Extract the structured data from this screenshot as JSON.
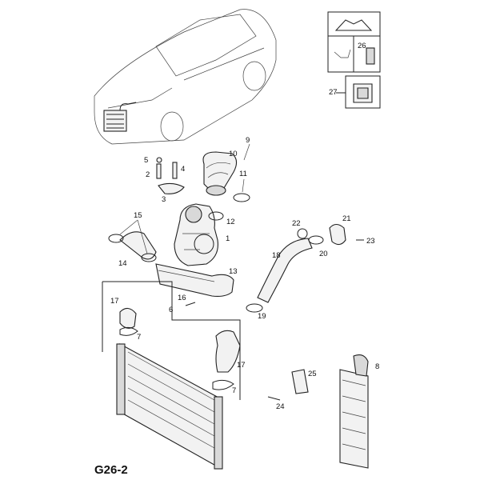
{
  "diagram_code": "G26-2",
  "callouts": [
    "1",
    "2",
    "3",
    "4",
    "5",
    "6",
    "7",
    "7",
    "7",
    "8",
    "9",
    "10",
    "11",
    "12",
    "13",
    "14",
    "15",
    "16",
    "17",
    "17",
    "18",
    "19",
    "20",
    "21",
    "22",
    "23",
    "24",
    "25",
    "26",
    "27"
  ],
  "colors": {
    "stroke": "#222222",
    "fill": "#f2f2f2",
    "shade": "#d9d9d9",
    "background": "#ffffff"
  }
}
